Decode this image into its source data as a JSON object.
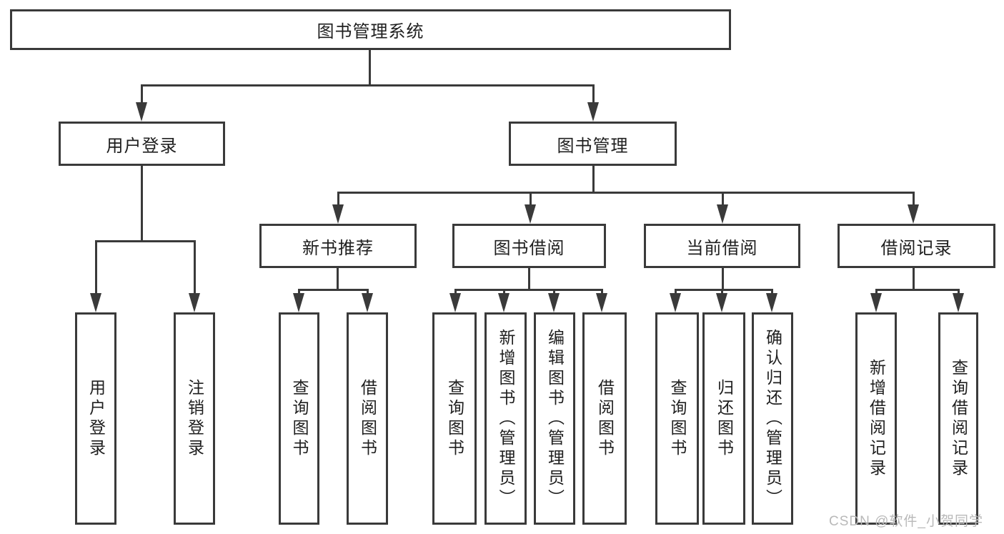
{
  "diagram_title": "图书管理系统",
  "nodes": {
    "root": "图书管理系统",
    "user_login": "用户登录",
    "book_mgmt": "图书管理",
    "new_book_rec": "新书推荐",
    "book_borrow": "图书借阅",
    "current_borrow": "当前借阅",
    "borrow_records": "借阅记录",
    "leaf_user_login": "用户登录",
    "leaf_logout": "注销登录",
    "leaf_query_book_rec": "查询图书",
    "leaf_borrow_book_rec": "借阅图书",
    "leaf_query_book_borrow": "查询图书",
    "leaf_add_book": "新增图书（管理员）",
    "leaf_edit_book": "编辑图书（管理员）",
    "leaf_borrow_book_borrow": "借阅图书",
    "leaf_query_book_current": "查询图书",
    "leaf_return_book": "归还图书",
    "leaf_confirm_return": "确认归还（管理员）",
    "leaf_add_record": "新增借阅记录",
    "leaf_query_record": "查询借阅记录"
  },
  "hierarchy": {
    "图书管理系统": [
      "用户登录",
      "图书管理"
    ],
    "用户登录": [
      "用户登录",
      "注销登录"
    ],
    "图书管理": [
      "新书推荐",
      "图书借阅",
      "当前借阅",
      "借阅记录"
    ],
    "新书推荐": [
      "查询图书",
      "借阅图书"
    ],
    "图书借阅": [
      "查询图书",
      "新增图书（管理员）",
      "编辑图书（管理员）",
      "借阅图书"
    ],
    "当前借阅": [
      "查询图书",
      "归还图书",
      "确认归还（管理员）"
    ],
    "借阅记录": [
      "新增借阅记录",
      "查询借阅记录"
    ]
  },
  "watermark": "CSDN @软件_小贺同学",
  "colors": {
    "line": "#3a3a3a",
    "text": "#1f1f1f",
    "background": "#ffffff",
    "watermark": "#b9b9b9"
  }
}
